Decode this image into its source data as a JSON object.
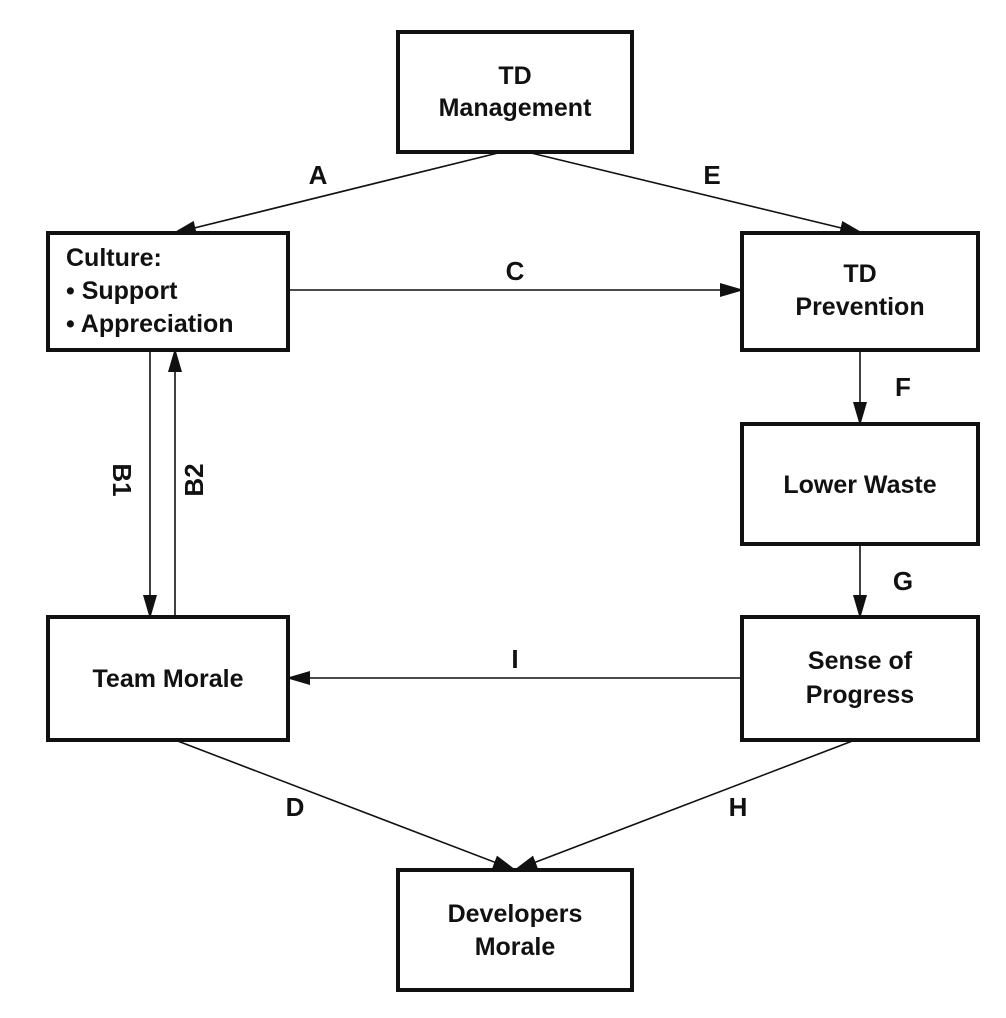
{
  "nodes": {
    "td_management": {
      "lines": [
        "TD",
        "Management"
      ]
    },
    "culture": {
      "lines": [
        "Culture:",
        "• Support",
        "• Appreciation"
      ]
    },
    "td_prevention": {
      "lines": [
        "TD",
        "Prevention"
      ]
    },
    "lower_waste": {
      "lines": [
        "Lower Waste"
      ]
    },
    "sense_of_progress": {
      "lines": [
        "Sense of",
        "Progress"
      ]
    },
    "team_morale": {
      "lines": [
        "Team Morale"
      ]
    },
    "developers_morale": {
      "lines": [
        "Developers",
        "Morale"
      ]
    }
  },
  "edges": {
    "a": {
      "label": "A",
      "from": "TD Management",
      "to": "Culture"
    },
    "e": {
      "label": "E",
      "from": "TD Management",
      "to": "TD Prevention"
    },
    "c": {
      "label": "C",
      "from": "Culture",
      "to": "TD Prevention"
    },
    "b1": {
      "label": "B1",
      "from": "Culture",
      "to": "Team Morale"
    },
    "b2": {
      "label": "B2",
      "from": "Team Morale",
      "to": "Culture"
    },
    "f": {
      "label": "F",
      "from": "TD Prevention",
      "to": "Lower Waste"
    },
    "g": {
      "label": "G",
      "from": "Lower Waste",
      "to": "Sense of Progress"
    },
    "i": {
      "label": "I",
      "from": "Sense of Progress",
      "to": "Team Morale"
    },
    "d": {
      "label": "D",
      "from": "Team Morale",
      "to": "Developers Morale"
    },
    "h": {
      "label": "H",
      "from": "Sense of Progress",
      "to": "Developers Morale"
    }
  }
}
